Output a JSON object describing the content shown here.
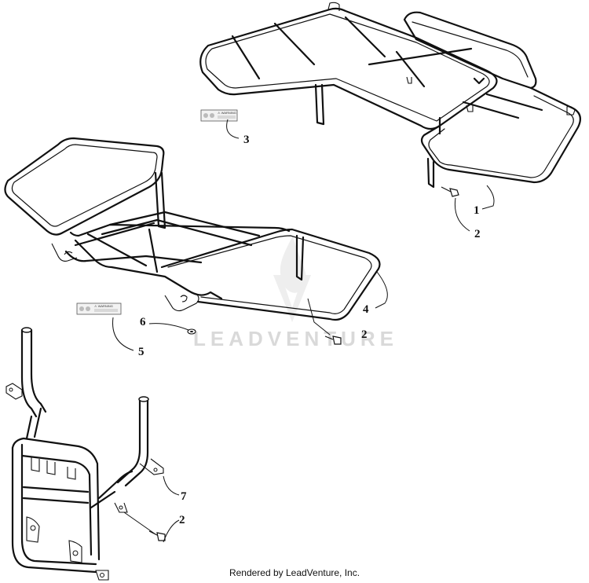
{
  "watermark": {
    "text": "LEADVENTURE"
  },
  "footer": {
    "text": "Rendered by LeadVenture, Inc."
  },
  "callouts": [
    {
      "id": "1",
      "label": "1"
    },
    {
      "id": "2a",
      "label": "2"
    },
    {
      "id": "3",
      "label": "3"
    },
    {
      "id": "4",
      "label": "4"
    },
    {
      "id": "2b",
      "label": "2"
    },
    {
      "id": "6",
      "label": "6"
    },
    {
      "id": "5",
      "label": "5"
    },
    {
      "id": "7",
      "label": "7"
    },
    {
      "id": "2c",
      "label": "2"
    }
  ],
  "decals": [
    {
      "heading": "⚠ WARNING"
    },
    {
      "heading": "⚠ WARNING"
    }
  ],
  "colors": {
    "line": "#111111",
    "watermark": "#d9d9d9",
    "background": "#ffffff"
  }
}
